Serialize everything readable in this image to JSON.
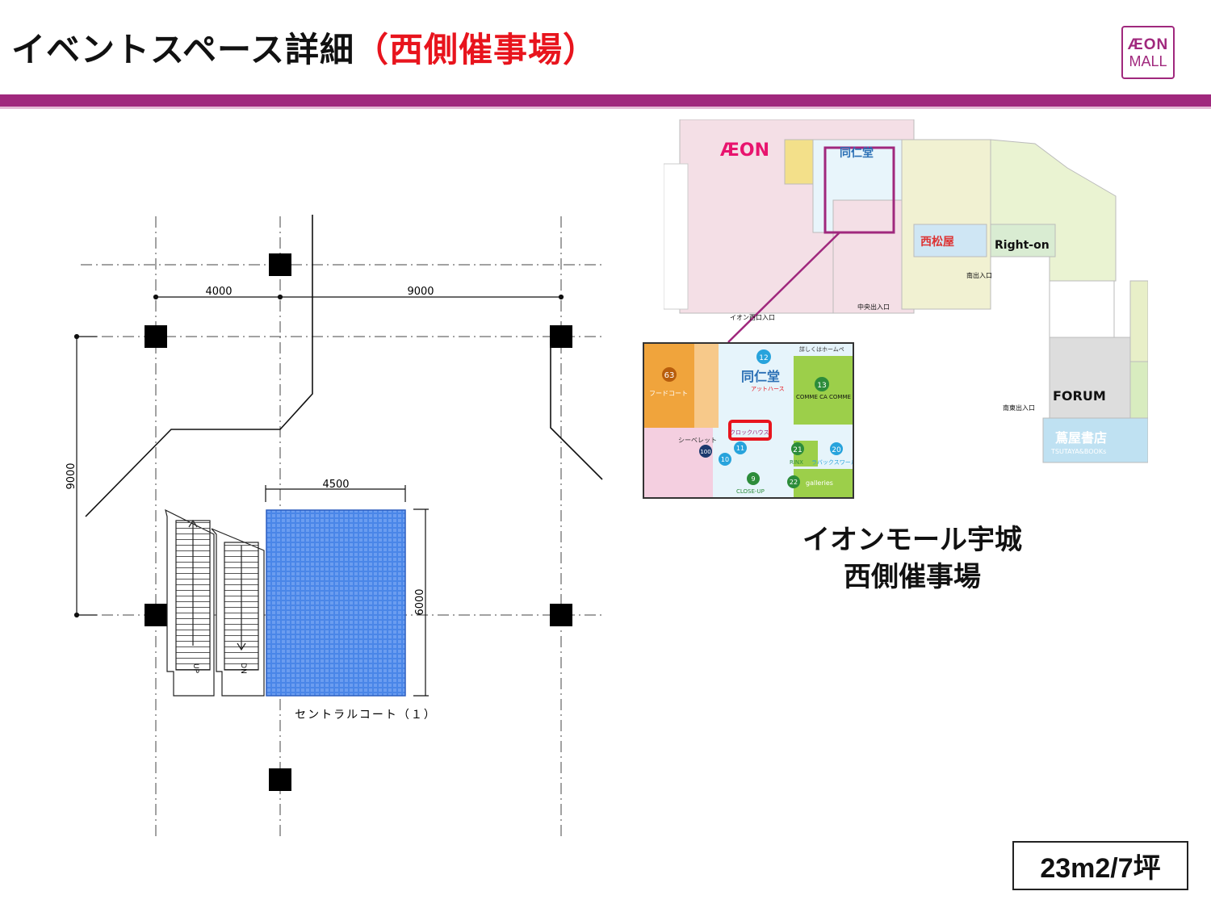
{
  "header": {
    "title": "イベントスペース詳細",
    "title_accent": "（西側催事場）",
    "logo_line1": "ÆON",
    "logo_line2": "MALL",
    "brand_color": "#a0287d",
    "accent_color": "#e8141d"
  },
  "plan": {
    "dim_top_left": "4000",
    "dim_top_right": "9000",
    "dim_left": "9000",
    "dim_space_width": "4500",
    "dim_space_height": "6000",
    "escalator_up": "UP",
    "escalator_down": "DN",
    "space_label": "セントラルコート（１）",
    "space_color": "#4a86e8"
  },
  "floor_map": {
    "stores": {
      "aeon": "ÆON",
      "dojinsha": "同仁堂",
      "nishimatsuya": "西松屋",
      "righton": "Right-on",
      "forum": "FORUM",
      "tsutaya": "蔦屋書店",
      "tsutaya_sub": "TSUTAYA&BOOKs"
    },
    "entrances": [
      "イオン西口入口",
      "中央出入口",
      "南出入口",
      "南東出入口"
    ],
    "inset": {
      "store_63": "63",
      "food_court": "フードコート",
      "see_belet": "シーベレット",
      "dojinsha_sub": "アットハース",
      "comme_ca": "COMME CA COMME CA",
      "clock_house": "クロックハウス",
      "rinx": "RINX",
      "rabaxs": "ラバックスワール",
      "close_up": "CLOSE-UP",
      "galleries": "galleries",
      "homepage_note": "詳しくはホームペ",
      "store_numbers": [
        "12",
        "13",
        "21",
        "20",
        "100",
        "10",
        "11",
        "9",
        "22"
      ]
    }
  },
  "caption": {
    "line1": "イオンモール宇城",
    "line2": "西側催事場"
  },
  "area_badge": "23m2/7坪"
}
